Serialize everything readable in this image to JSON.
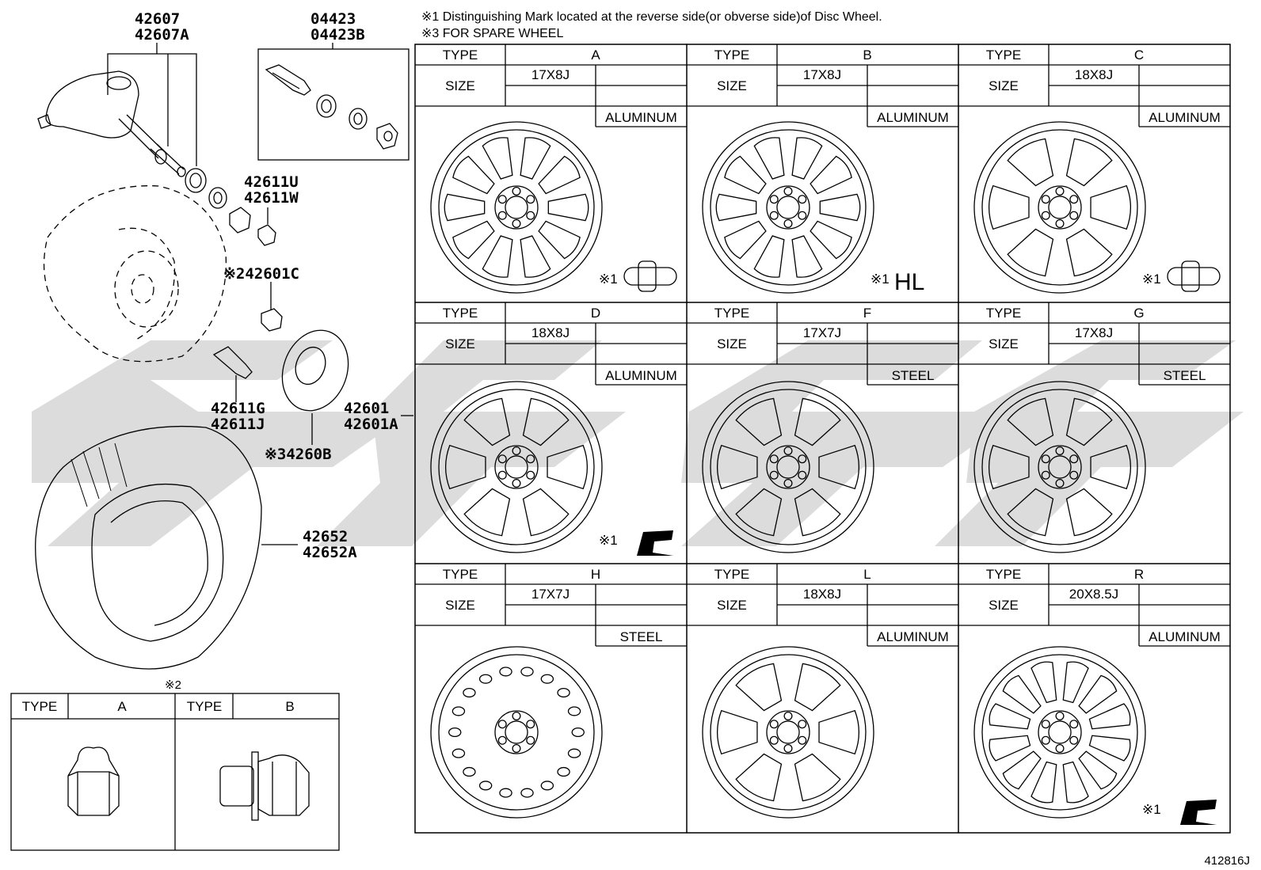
{
  "notes": {
    "note1": "※1 Distinguishing Mark located at the reverse side(or obverse side)of Disc Wheel.",
    "note3": "※3 FOR SPARE WHEEL"
  },
  "parts": {
    "p42607": "42607",
    "p42607A": "42607A",
    "p04423": "04423",
    "p04423B": "04423B",
    "p42611U": "42611U",
    "p42611W": "42611W",
    "p42601C": "※242601C",
    "p42611G": "42611G",
    "p42611J": "42611J",
    "p42601": "42601",
    "p42601A": "42601A",
    "p4260B": "※34260B",
    "p42652": "42652",
    "p42652A": "42652A"
  },
  "labels": {
    "type": "TYPE",
    "size": "SIZE",
    "mark": "※1",
    "hl": "HL",
    "nut_note": "※2",
    "diagram_id": "412816J"
  },
  "wheels": [
    {
      "type": "A",
      "size": "17X8J",
      "material": "ALUMINUM"
    },
    {
      "type": "B",
      "size": "17X8J",
      "material": "ALUMINUM"
    },
    {
      "type": "C",
      "size": "18X8J",
      "material": "ALUMINUM"
    },
    {
      "type": "D",
      "size": "18X8J",
      "material": "ALUMINUM"
    },
    {
      "type": "F",
      "size": "17X7J",
      "material": "STEEL"
    },
    {
      "type": "G",
      "size": "17X8J",
      "material": "STEEL"
    },
    {
      "type": "H",
      "size": "17X7J",
      "material": "STEEL"
    },
    {
      "type": "L",
      "size": "18X8J",
      "material": "ALUMINUM"
    },
    {
      "type": "R",
      "size": "20X8.5J",
      "material": "ALUMINUM"
    }
  ],
  "nuts": [
    {
      "type": "A"
    },
    {
      "type": "B"
    }
  ]
}
